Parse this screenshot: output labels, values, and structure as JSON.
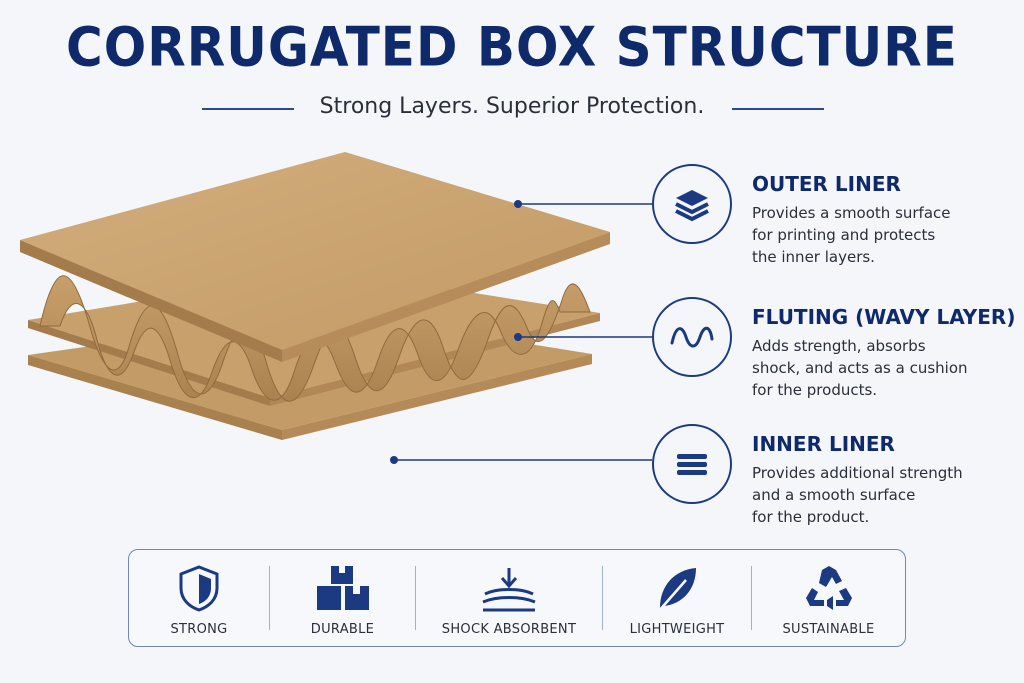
{
  "header": {
    "title": "CORRUGATED BOX STRUCTURE",
    "subtitle": "Strong Layers. Superior Protection."
  },
  "layers": [
    {
      "title": "OUTER LINER",
      "desc_lines": [
        "Provides a smooth surface",
        "for printing and protects",
        "the inner layers."
      ],
      "icon": "stacked-layers-icon"
    },
    {
      "title": "FLUTING (WAVY LAYER)",
      "desc_lines": [
        "Adds strength, absorbs",
        "shock, and acts as a cushion",
        "for the products."
      ],
      "icon": "wave-icon"
    },
    {
      "title": "INNER LINER",
      "desc_lines": [
        "Provides additional strength",
        "and a smooth surface",
        "for the product."
      ],
      "icon": "flat-layers-icon"
    }
  ],
  "features": [
    {
      "label": "STRONG",
      "icon": "shield-icon"
    },
    {
      "label": "DURABLE",
      "icon": "boxes-icon"
    },
    {
      "label": "SHOCK ABSORBENT",
      "icon": "shock-absorb-icon"
    },
    {
      "label": "LIGHTWEIGHT",
      "icon": "leaf-icon"
    },
    {
      "label": "SUSTAINABLE",
      "icon": "recycle-icon"
    }
  ],
  "colors": {
    "accent": "#0f2a6b",
    "line": "#1b3a82",
    "cardboard": "#c9a26e"
  }
}
